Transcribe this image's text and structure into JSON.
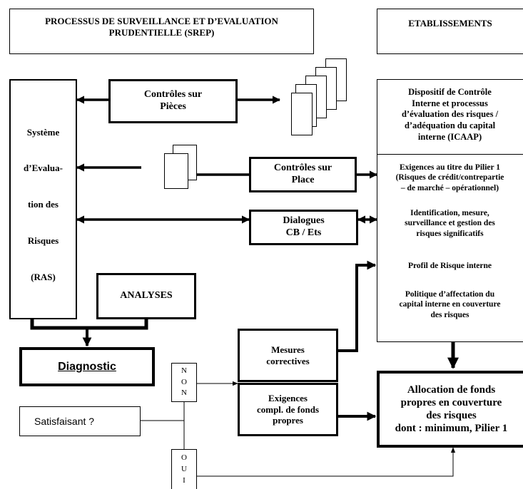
{
  "srep_title": "PROCESSUS DE SURVEILLANCE ET D’EVALUATION\nPRUDENTIELLE (SREP)",
  "etablissements_title": "ETABLISSEMENTS",
  "controles_pieces": "Contrôles sur\nPièces",
  "ras": {
    "line1": "Système",
    "line2": "d’Evalua-",
    "line3": "tion des",
    "line4": "Risques",
    "line5": "(RAS)"
  },
  "dispositif": "Dispositif de Contrôle\nInterne et processus\nd’évaluation des risques /\nd’adéquation du capital\ninterne (ICAAP)",
  "controles_place": "Contrôles sur\nPlace",
  "pilier1": {
    "exigences": "Exigences au titre du Pilier 1\n(Risques de crédit/contrepartie\n– de marché – opérationnel)",
    "identification": "Identification, mesure,\nsurveillance et gestion des\nrisques significatifs",
    "profil": "Profil de Risque interne",
    "politique": "Politique d’affectation du\ncapital interne en couverture\ndes risques"
  },
  "dialogues": "Dialogues\nCB / Ets",
  "analyses": "ANALYSES",
  "diagnostic": "Diagnostic",
  "mesures": "Mesures\ncorrectives",
  "exigences_compl": "Exigences\ncompl. de fonds\npropres",
  "satisfaisant": "Satisfaisant ?",
  "non": "N\nO\nN",
  "oui": "O\nU\nI",
  "allocation": "Allocation de fonds\npropres en couverture\ndes risques\ndont : minimum, Pilier 1"
}
